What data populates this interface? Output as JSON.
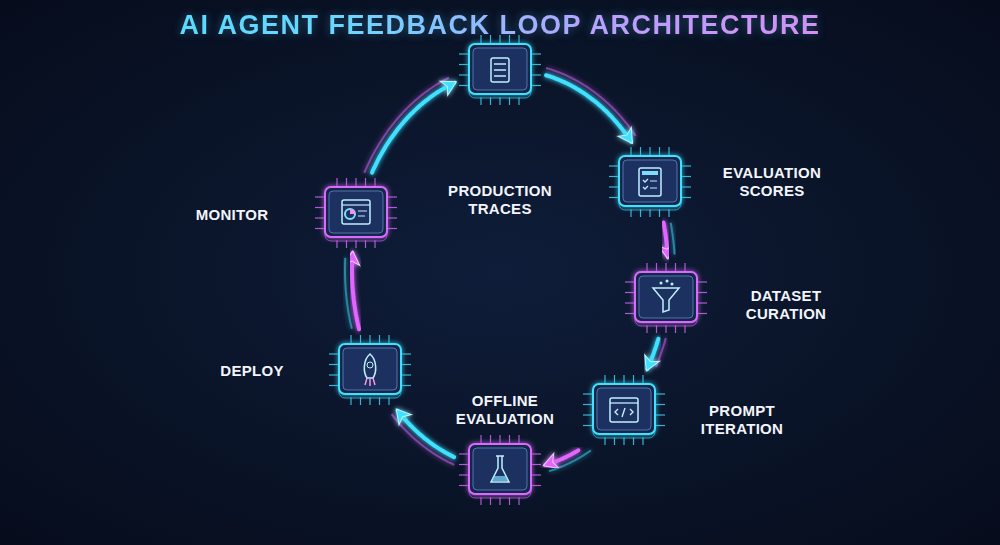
{
  "diagram": {
    "title": "AI AGENT FEEDBACK LOOP ARCHITECTURE",
    "nodes": [
      {
        "text": [
          "PRODUCTION TRACES"
        ]
      },
      {
        "text": [
          "EVALUATION SCORES"
        ]
      },
      {
        "text": [
          "DATASET CURATION"
        ]
      },
      {
        "text": [
          "PROMPT ITERATION"
        ]
      },
      {
        "text": [
          "OFFLINE EVALUATION"
        ]
      },
      {
        "text": [
          "DEPLOY"
        ]
      },
      {
        "text": [
          "MONITOR"
        ]
      }
    ],
    "edges": [
      {
        "from": 0,
        "to": 1,
        "arrow": "to"
      },
      {
        "from": 1,
        "to": 2,
        "arrow": "to"
      },
      {
        "from": 2,
        "to": 3,
        "arrow": "to"
      },
      {
        "from": 3,
        "to": 4,
        "arrow": "to"
      },
      {
        "from": 4,
        "to": 5,
        "arrow": "to"
      },
      {
        "from": 5,
        "to": 6,
        "arrow": "to"
      },
      {
        "from": 6,
        "to": 0,
        "arrow": "to"
      }
    ]
  }
}
